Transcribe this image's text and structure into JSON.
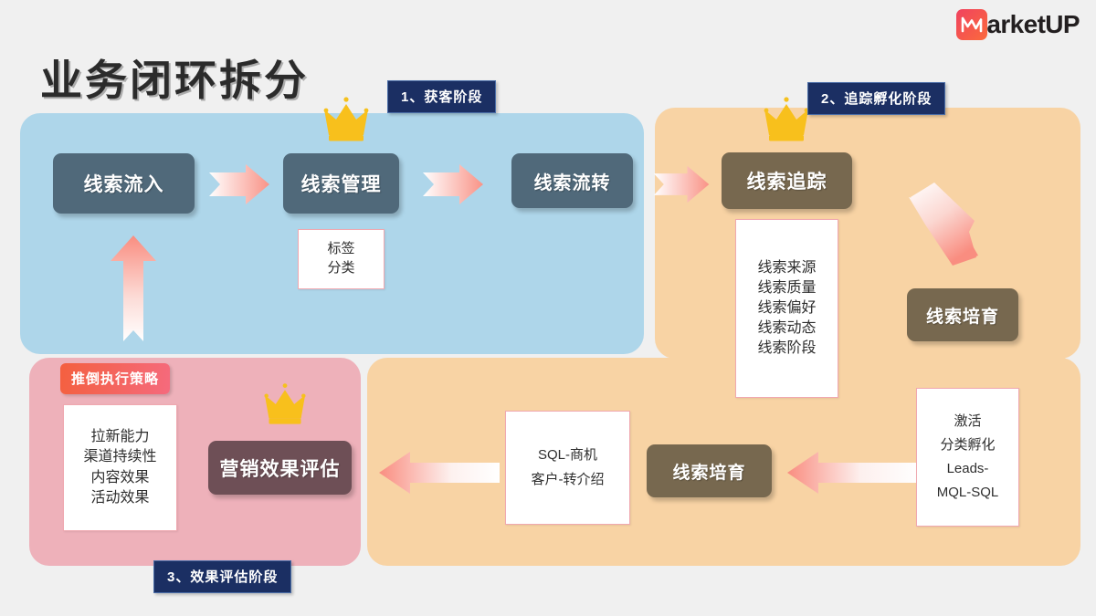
{
  "logo": {
    "brand": "arketUP",
    "mark_icon": "marketup-m-logo-icon",
    "accent_from": "#f0425f",
    "accent_to": "#fb6a3c"
  },
  "title": "业务闭环拆分",
  "stages": [
    {
      "id": "acquire",
      "badge": "1、获客阶段",
      "panel_color": "#aed6ea"
    },
    {
      "id": "nurture",
      "badge": "2、追踪孵化阶段",
      "panel_color": "#f8d3a4"
    },
    {
      "id": "evaluate",
      "badge": "3、效果评估阶段",
      "panel_color": "#eeb1ba"
    }
  ],
  "badge_bg": "#1b2f63",
  "badge_border": "#4b6ea8",
  "boxes": {
    "inflow": "线索流入",
    "manage": "线索管理",
    "flow": "线索流转",
    "track": "线索追踪",
    "nurture_right": "线索培育",
    "nurture_bottom": "线索培育",
    "marketing_result": "营销效果评估"
  },
  "box_colors": {
    "slate": "#50697a",
    "brown": "#77684f",
    "mauve": "#6e4f56"
  },
  "cards": {
    "tag": {
      "lines": [
        "标签",
        "分类"
      ]
    },
    "lead_info": {
      "lines": [
        "线索来源",
        "线索质量",
        "线索偏好",
        "线索动态",
        "线索阶段"
      ]
    },
    "strategy": {
      "lines": [
        "拉新能力",
        "渠道持续性",
        "内容效果",
        "活动效果"
      ]
    },
    "sql": {
      "lines": [
        "SQL-商机",
        "客户-转介绍"
      ]
    },
    "activate": {
      "lines": [
        "激活",
        "分类孵化",
        "Leads-",
        "MQL-SQL"
      ]
    }
  },
  "strategy_badge": {
    "label": "推倒执行策略",
    "from": "#f4603f",
    "to": "#f56a7d"
  },
  "icons": {
    "crown": "crown-icon",
    "arrow_right": "arrow-right-icon",
    "arrow_up": "arrow-up-icon",
    "arrow_diagonal": "arrow-down-right-icon",
    "arrow_left": "arrow-left-icon"
  },
  "colors": {
    "canvas": "#f0f0f0",
    "arrow_salmon": "#f98d80",
    "crown_gold": "#f5c11e",
    "card_border": "#f0a8b0"
  }
}
